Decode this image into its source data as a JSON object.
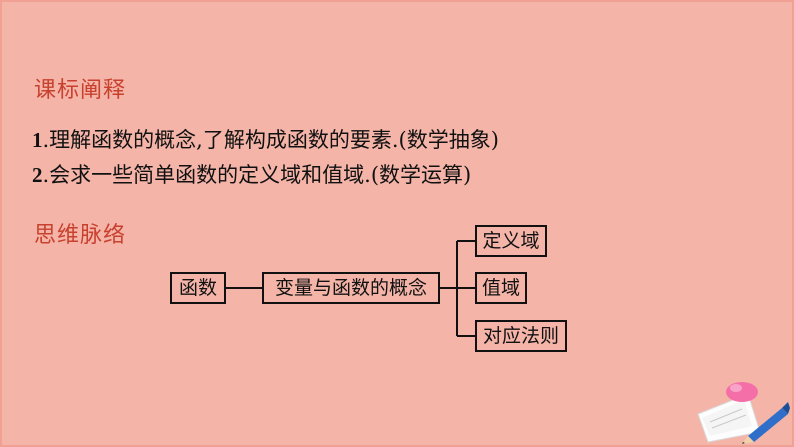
{
  "sections": {
    "standard_title": "课标阐释",
    "mind_title": "思维脉络"
  },
  "objectives": [
    {
      "num": "1",
      "text": ".理解函数的概念,了解构成函数的要素.(数学抽象)"
    },
    {
      "num": "2",
      "text": ".会求一些简单函数的定义域和值域.(数学运算)"
    }
  ],
  "mindmap": {
    "root": "函数",
    "middle": "变量与函数的概念",
    "branches": [
      "定义域",
      "值域",
      "对应法则"
    ]
  },
  "colors": {
    "background": "#f4b4a8",
    "heading": "#c8412e",
    "text": "#111111"
  },
  "decoration": {
    "icon": "pencil-paper-icon"
  }
}
